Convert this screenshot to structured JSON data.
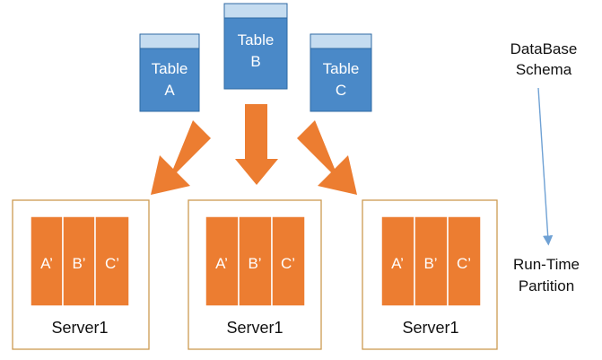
{
  "colors": {
    "table_fill": "#4a89c8",
    "table_stroke": "#2f6aa3",
    "table_header": "#c5dcf0",
    "arrow": "#ec7d31",
    "partition_fill": "#ec7d31",
    "partition_stroke": "#ffffff",
    "server_border": "#cc9a52"
  },
  "tables": [
    {
      "line1": "Table",
      "line2": "A"
    },
    {
      "line1": "Table",
      "line2": "B"
    },
    {
      "line1": "Table",
      "line2": "C"
    }
  ],
  "servers": [
    {
      "label": "Server1",
      "partitions": [
        "A’",
        "B’",
        "C’"
      ]
    },
    {
      "label": "Server1",
      "partitions": [
        "A’",
        "B’",
        "C’"
      ]
    },
    {
      "label": "Server1",
      "partitions": [
        "A’",
        "B’",
        "C’"
      ]
    }
  ],
  "legend": {
    "top_line1": "DataBase",
    "top_line2": "Schema",
    "bottom_line1": "Run-Time",
    "bottom_line2": "Partition"
  }
}
